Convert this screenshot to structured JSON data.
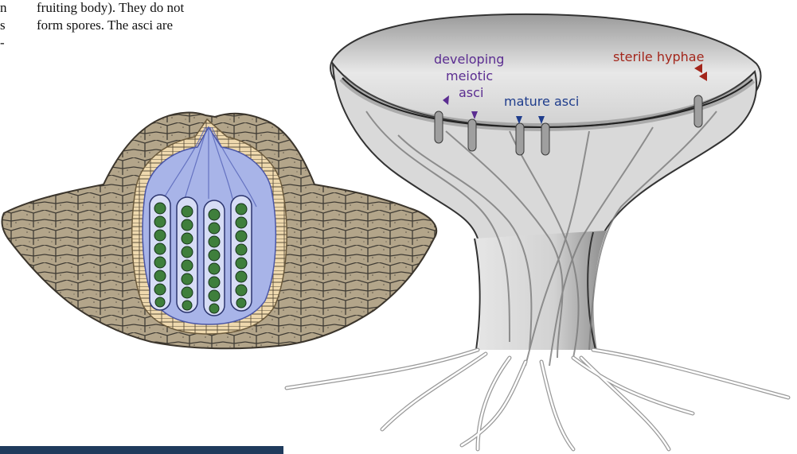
{
  "text": {
    "line1_left": "n",
    "line1_right": "fruiting body). They do not",
    "line2_left": "s",
    "line2_right": "form spores. The asci are",
    "line3_left": "-"
  },
  "labels": {
    "developing_1": "developing",
    "developing_2": "meiotic",
    "developing_3": "asci",
    "mature": "mature asci",
    "sterile": "sterile hyphae"
  },
  "colors": {
    "developing": "#5b2d91",
    "mature": "#1f3d8c",
    "sterile": "#a3261b",
    "bar": "#1f3b5c"
  }
}
